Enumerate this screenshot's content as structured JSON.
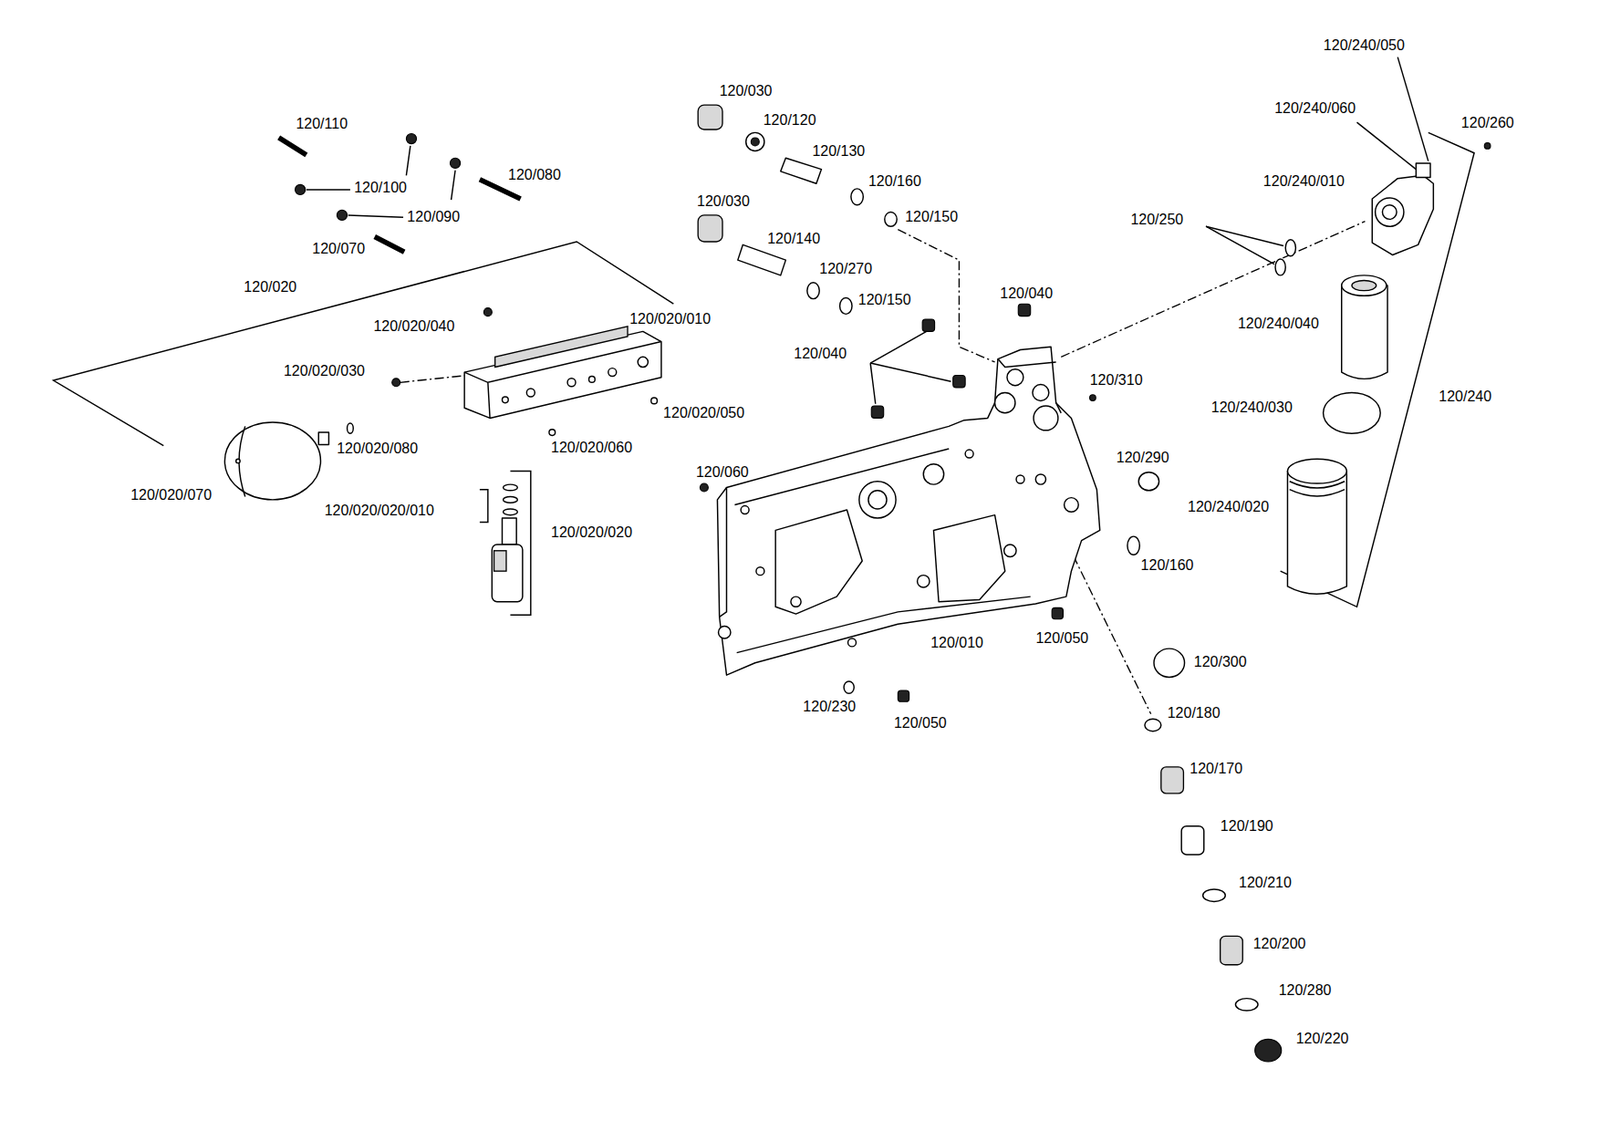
{
  "diagram": {
    "labels": [
      "120/240/050",
      "120/240/060",
      "120/260",
      "120/110",
      "120/030",
      "120/120",
      "120/130",
      "120/160",
      "120/240/010",
      "120/100",
      "120/080",
      "120/090",
      "120/150",
      "120/250",
      "120/030",
      "120/070",
      "120/140",
      "120/270",
      "120/020",
      "120/150",
      "120/040",
      "120/240/040",
      "120/020/010",
      "120/020/040",
      "120/040",
      "120/020/030",
      "120/310",
      "120/240",
      "120/240/030",
      "120/020/050",
      "120/020/080",
      "120/020/060",
      "120/290",
      "120/060",
      "120/020/070",
      "120/240/020",
      "120/020/020/010",
      "120/020/020",
      "120/160",
      "120/010",
      "120/050",
      "120/300",
      "120/230",
      "120/050",
      "120/180",
      "120/170",
      "120/190",
      "120/210",
      "120/200",
      "120/280",
      "120/220"
    ]
  }
}
